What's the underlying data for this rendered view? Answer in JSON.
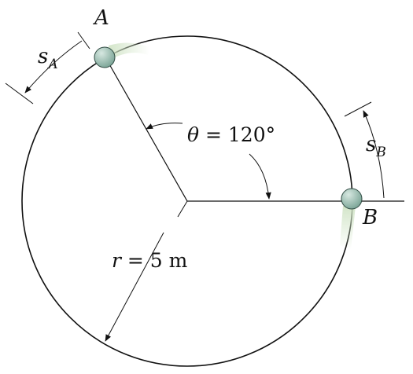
{
  "labels": {
    "point_a": "A",
    "point_b": "B",
    "arc_a_symbol": "s",
    "arc_a_sub": "A",
    "arc_b_symbol": "s",
    "arc_b_sub": "B",
    "angle_symbol": "θ",
    "angle_rest": " = 120°",
    "radius_symbol": "r",
    "radius_rest": " = 5 m"
  },
  "colors": {
    "ball": "#7fa89a",
    "ball_highlight": "#d7e8e1",
    "motion_trail": "#cfe3c4",
    "line": "#111111"
  }
}
